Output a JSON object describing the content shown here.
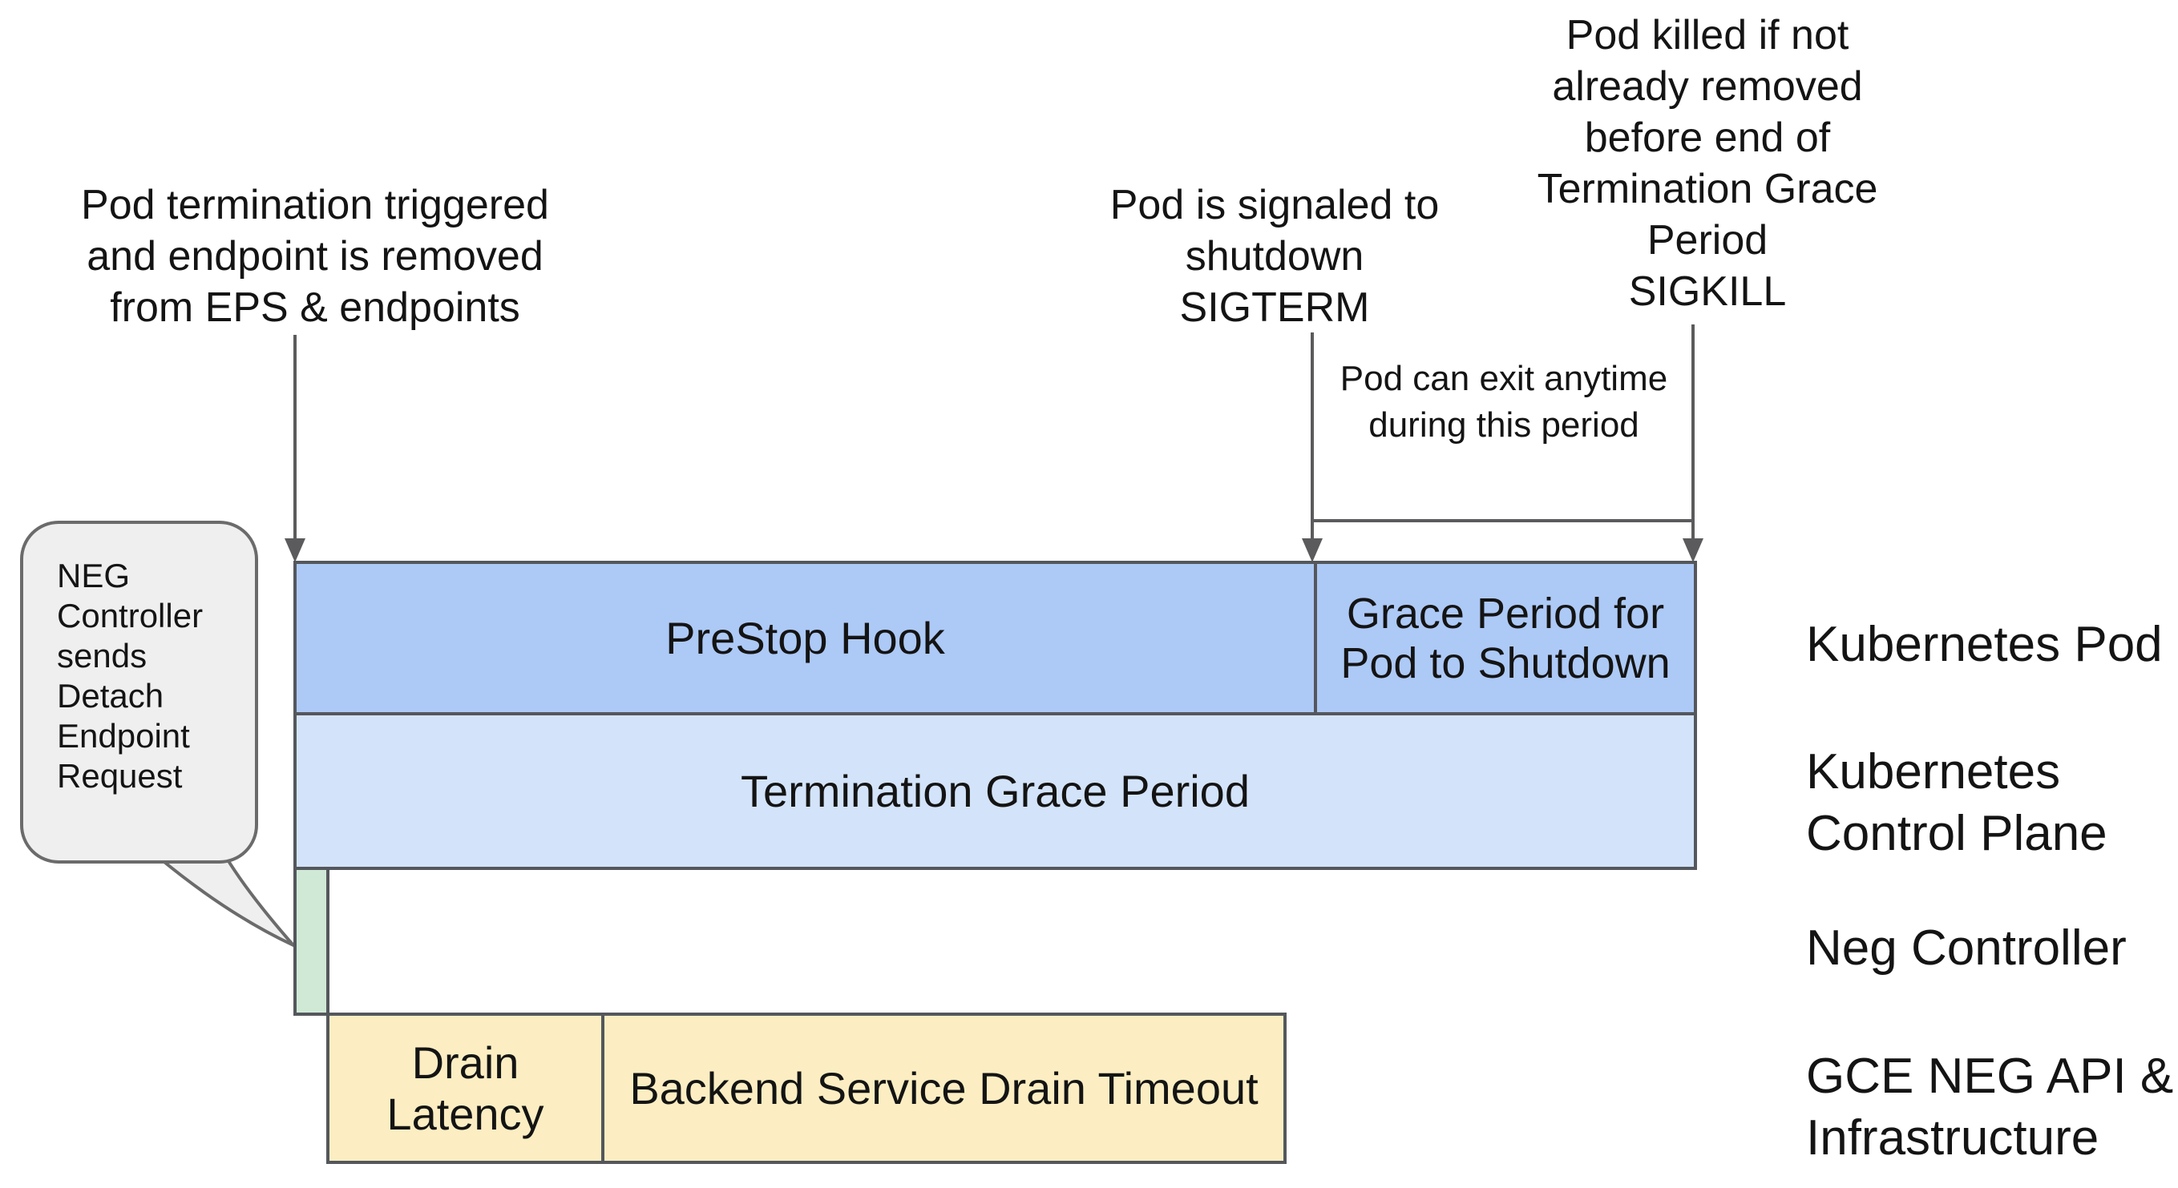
{
  "diagram_title": "Kubernetes pod termination / NEG drain timeline",
  "colors": {
    "bar_blue_medium": "#adc9f6",
    "bar_blue_light": "#d3e3f9",
    "bar_green": "#cfe9d6",
    "bar_yellow": "#fceec2",
    "bar_border_gray": "#54575c",
    "arrow_gray": "#5b5b5d",
    "bubble_fill": "#efefef",
    "bubble_border": "#6b6b6b",
    "text_color": "#141414"
  },
  "annotations": {
    "trigger": {
      "lines": [
        "Pod termination triggered",
        "and endpoint is removed",
        "from EPS & endpoints"
      ]
    },
    "sigterm": {
      "lines": [
        "Pod is signaled to",
        "shutdown",
        "SIGTERM"
      ]
    },
    "sigkill": {
      "lines": [
        "Pod killed if not",
        "already removed",
        "before end of",
        "Termination Grace",
        "Period",
        "SIGKILL"
      ]
    },
    "exit_note": {
      "lines": [
        "Pod can exit anytime",
        "during this period"
      ]
    }
  },
  "bubble": {
    "lines": [
      "NEG",
      "Controller",
      "sends",
      "Detach",
      "Endpoint",
      "Request"
    ]
  },
  "bars": {
    "prestop_hook": "PreStop Hook",
    "grace_period": {
      "lines": [
        "Grace Period for",
        "Pod to Shutdown"
      ]
    },
    "termination_grace_period": "Termination Grace Period",
    "drain_latency": {
      "lines": [
        "Drain",
        "Latency"
      ]
    },
    "backend_drain_timeout": "Backend Service Drain Timeout"
  },
  "row_labels": {
    "kubernetes_pod": "Kubernetes Pod",
    "kubernetes_control_plane": {
      "lines": [
        "Kubernetes",
        "Control Plane"
      ]
    },
    "neg_controller": "Neg Controller",
    "gce_neg": {
      "lines": [
        "GCE NEG API &",
        "Infrastructure"
      ]
    }
  }
}
